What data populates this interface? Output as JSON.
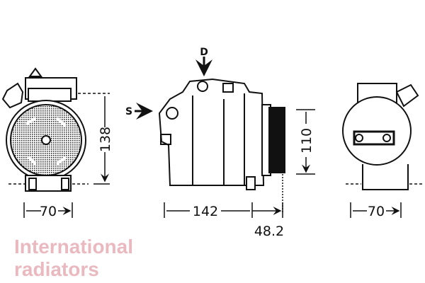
{
  "diagram": {
    "labels": {
      "discharge_port": "D",
      "suction_port": "S",
      "front_width": "70",
      "height": "138",
      "body_length": "142",
      "pulley_length": "48.2",
      "pulley_diameter": "110",
      "rear_width": "70"
    },
    "watermark": [
      "International",
      "radiators"
    ],
    "colors": {
      "line": "#111111",
      "stipple": "#8a8a8a",
      "watermark": "#e9b9bf"
    }
  }
}
